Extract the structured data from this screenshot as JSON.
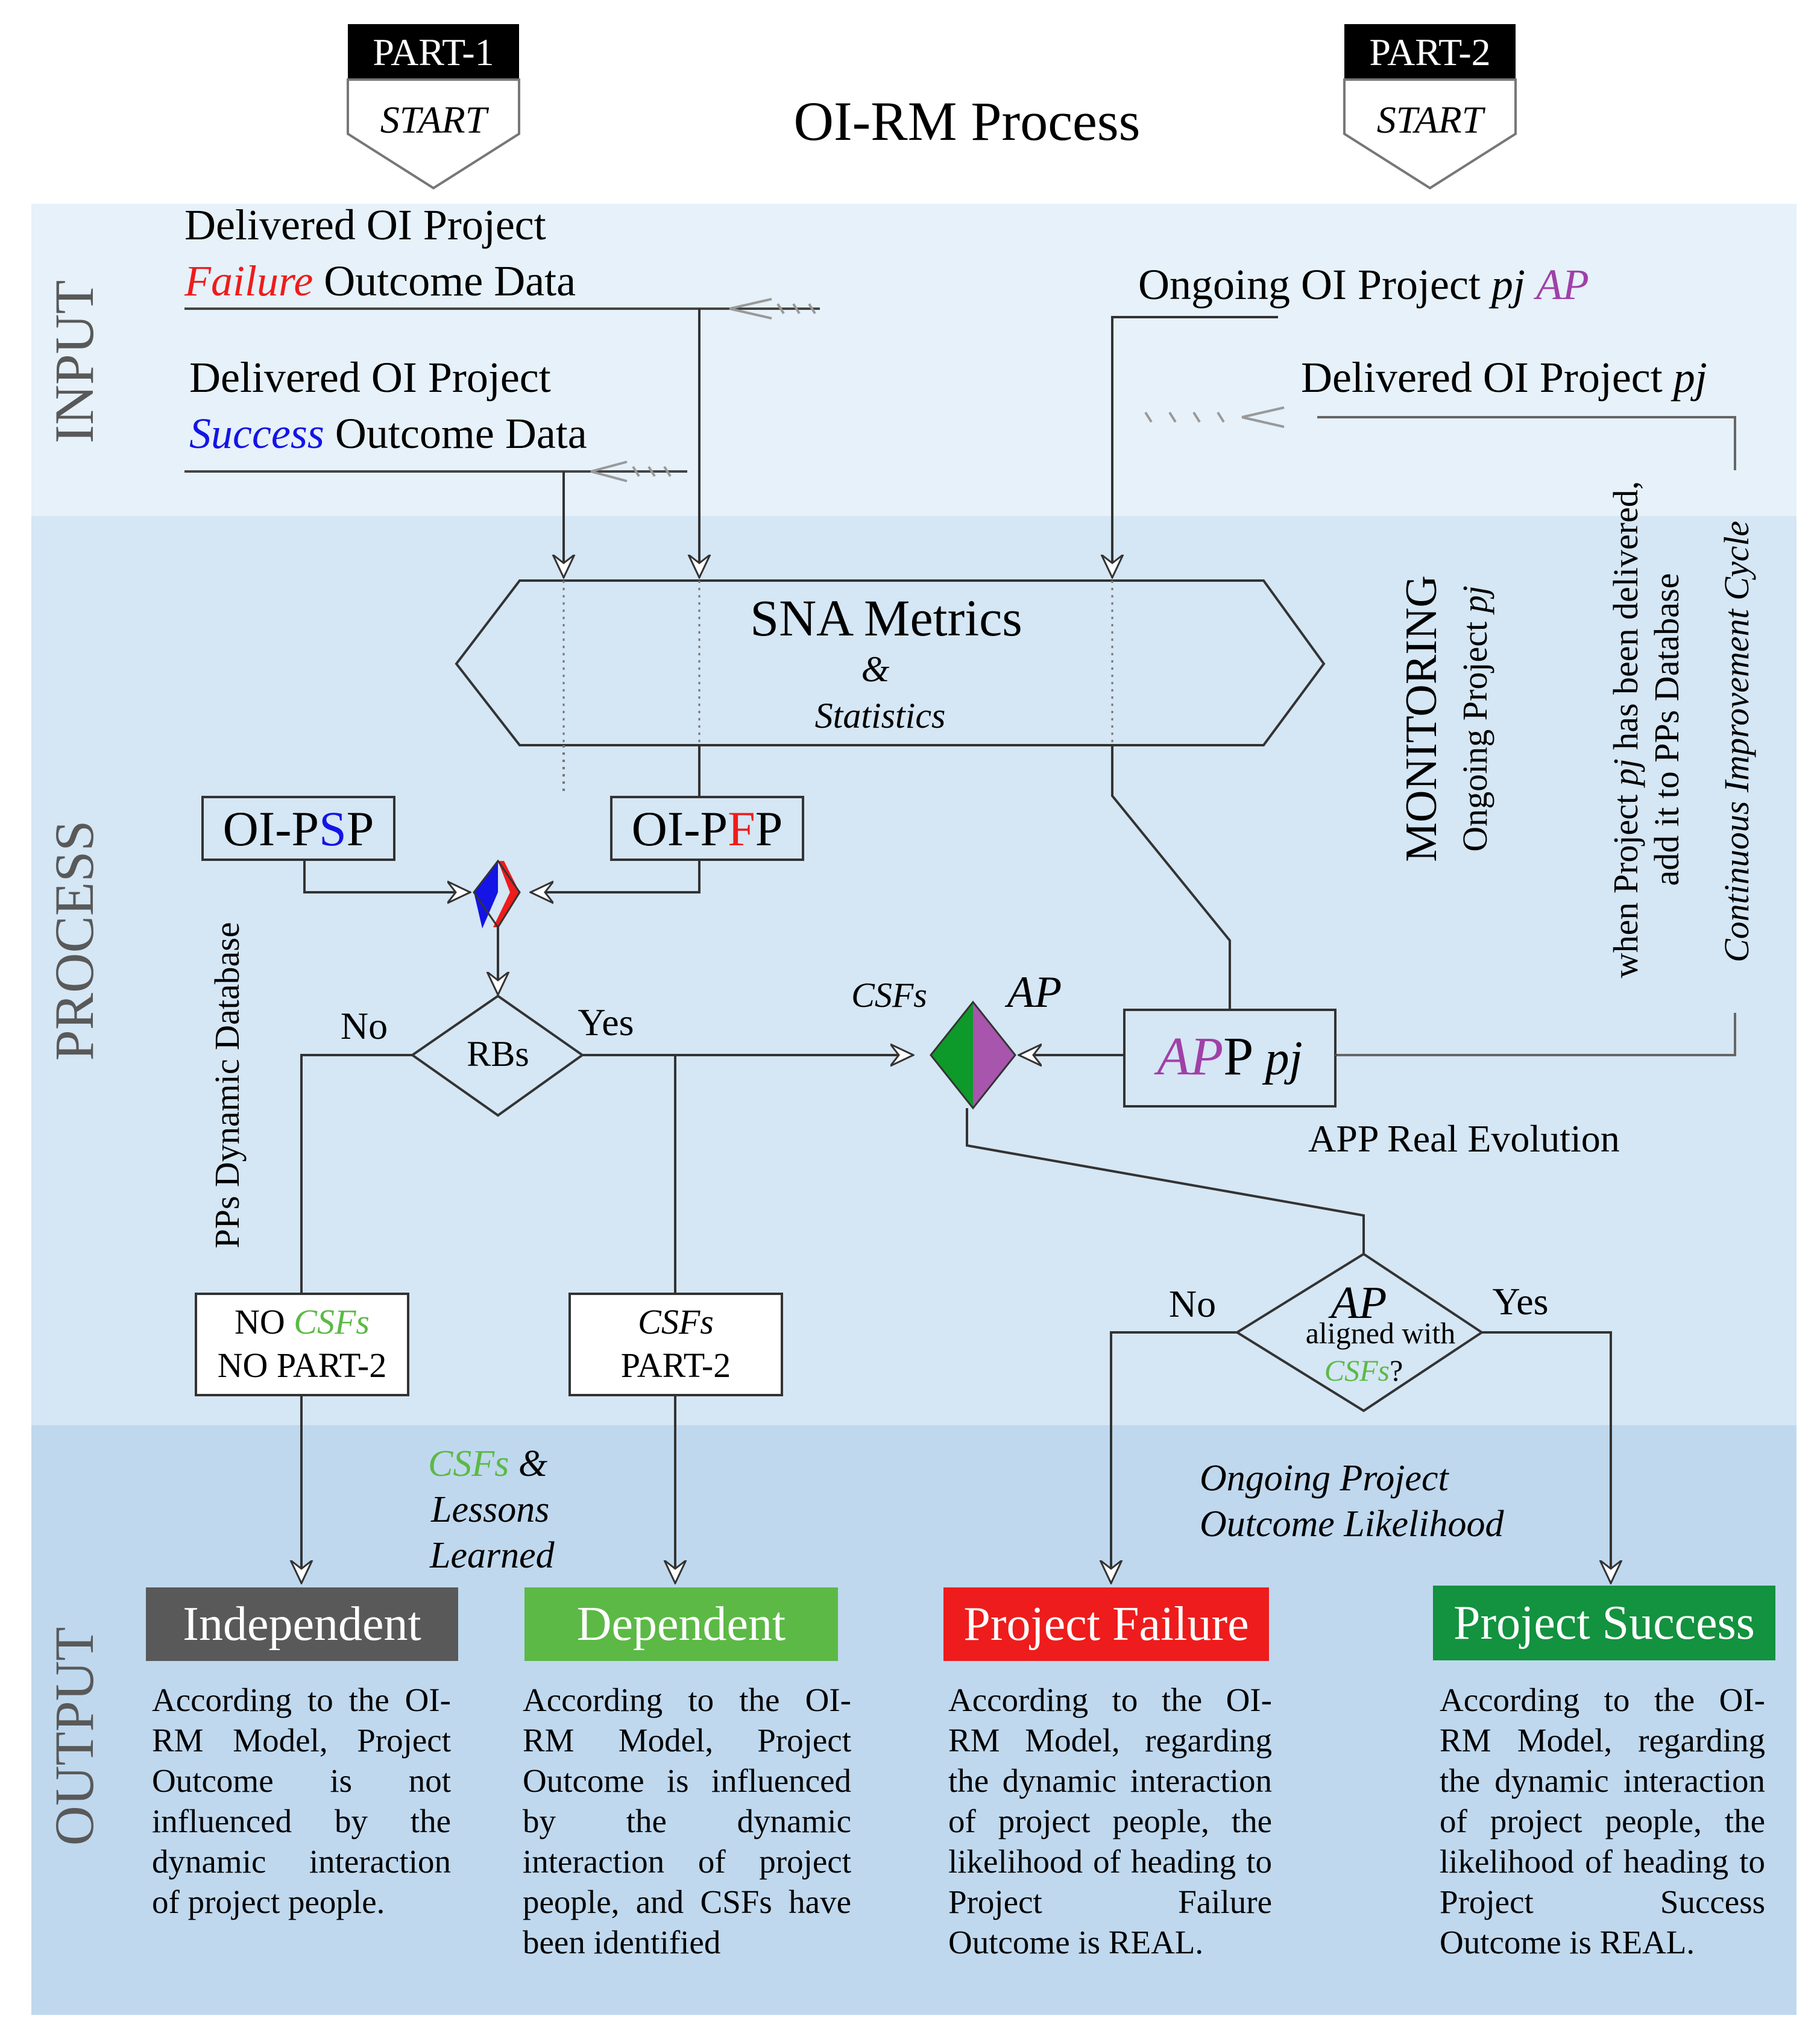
{
  "title": "OI-RM Process",
  "parts": [
    {
      "label": "PART-1",
      "start": "START"
    },
    {
      "label": "PART-2",
      "start": "START"
    }
  ],
  "bands": {
    "input": "INPUT",
    "process": "PROCESS",
    "output": "OUTPUT"
  },
  "inputs": {
    "failure_line1": "Delivered OI Project",
    "failure_word": "Failure",
    "failure_rest": "Outcome Data",
    "success_line1": "Delivered OI Project",
    "success_word": "Success",
    "success_rest": "Outcome Data",
    "ongoing_prefix": "Ongoing OI Project",
    "ongoing_pj": "pj",
    "ongoing_ap": "AP",
    "delivered_prefix": "Delivered OI Project",
    "delivered_pj": "pj"
  },
  "sna": {
    "line1": "SNA Metrics",
    "line2": "&",
    "line3": "Statistics"
  },
  "boxes": {
    "psp": [
      "OI-P",
      "S",
      "P"
    ],
    "pfp": [
      "OI-P",
      "F",
      "P"
    ],
    "app_ap": "AP",
    "app_p": "P",
    "app_pj": "pj"
  },
  "decisions": {
    "rbs": "RBs",
    "rbs_no": "No",
    "rbs_yes": "Yes",
    "aligned_ap": "AP",
    "aligned_text": "aligned with",
    "aligned_csfs": "CSFs",
    "aligned_q": "?",
    "aligned_no": "No",
    "aligned_yes": "Yes"
  },
  "labels": {
    "csfs_merge": "CSFs",
    "ap_merge": "AP",
    "monitoring": "MONITORING",
    "ongoing_project_pj_prefix": "Ongoing Project",
    "ongoing_project_pj": "pj",
    "when_delivered_l1_a": "when Project",
    "when_delivered_l1_pj": "pj",
    "when_delivered_l1_b": "has been delivered,",
    "when_delivered_l2": "add it to PPs Database",
    "continuous": "Continuous Improvement Cycle",
    "pps_db": "PPs Dynamic Database",
    "app_real": "APP Real Evolution",
    "no_csfs_l1_a": "NO",
    "no_csfs_l1_b": "CSFs",
    "no_csfs_l2": "NO PART-2",
    "csfs_part2_l1": "CSFs",
    "csfs_part2_l2": "PART-2",
    "lessons_csfs": "CSFs",
    "lessons_amp": "&",
    "lessons_l2": "Lessons",
    "lessons_l3": "Learned",
    "likelihood_l1": "Ongoing Project",
    "likelihood_l2": "Outcome Likelihood"
  },
  "outcomes": [
    {
      "label": "Independent",
      "color": "#595959",
      "desc": "According to the OI-RM Model, Project Outcome is not influenced by the dynamic interaction of project people."
    },
    {
      "label": "Dependent",
      "color": "#5cb946",
      "desc": "According to the OI-RM Model, Project Outcome is influenced by the dynamic interaction of project people, and CSFs have been identified"
    },
    {
      "label": "Project Failure",
      "color": "#ee1c1c",
      "desc": "According to the OI-RM Model, regarding the dynamic interaction of project people, the likelihood of heading to Project Failure Outcome is REAL."
    },
    {
      "label": "Project Success",
      "color": "#13923f",
      "desc": "According to the OI-RM Model, regarding the dynamic interaction of project people, the likelihood of heading to Project Success Outcome is REAL."
    }
  ],
  "colors": {
    "input_band": "#e6f1f9",
    "process_band": "#d5e6f4",
    "output_band": "#bfd8ee",
    "failure_red": "#ee1c1c",
    "success_blue": "#1414e6",
    "csf_green": "#5cb946",
    "ap_purple": "#a040a8",
    "merge_green": "#0e9a2a",
    "merge_purple": "#a855ad"
  }
}
